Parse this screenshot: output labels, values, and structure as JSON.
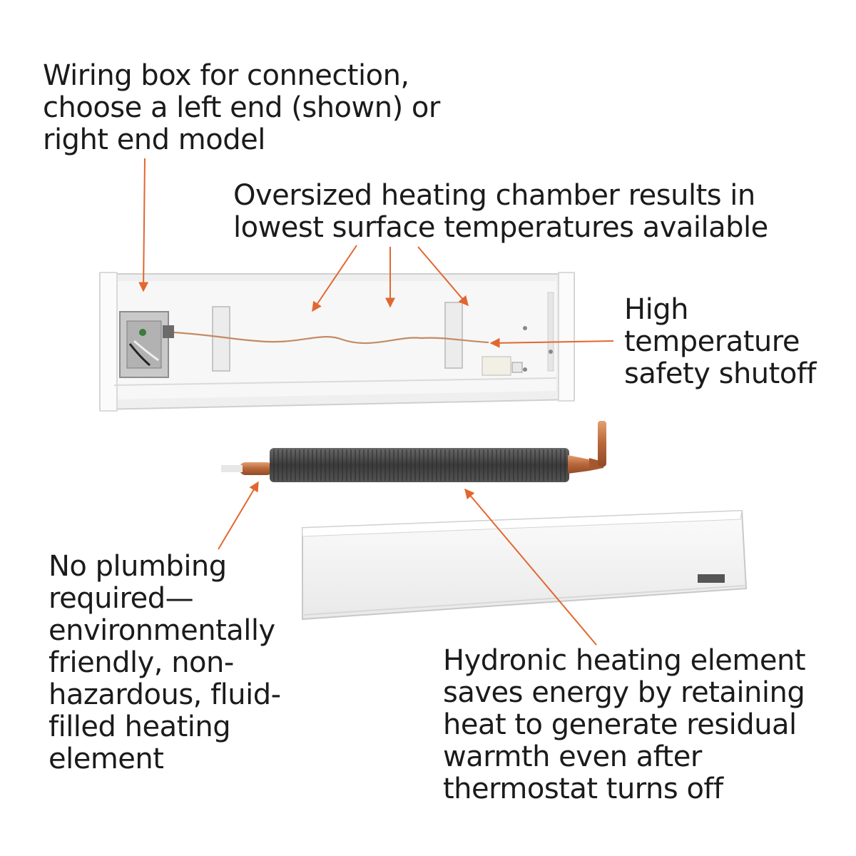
{
  "labels": {
    "wiring_box": "Wiring box for connection,\nchoose a left end (shown) or\nright end model",
    "heating_chamber": "Oversized heating chamber results in\nlowest surface temperatures available",
    "safety_shutoff": "High\ntemperature\nsafety shutoff",
    "no_plumbing": "No plumbing\nrequired—\nenvironmentally\nfriendly, non-\nhazardous, fluid-\nfilled heating\nelement",
    "hydronic_element": "Hydronic heating element\nsaves energy by retaining\nheat to generate residual\nwarmth even after\nthermostat turns off"
  },
  "colors": {
    "callout_line": "#e2672f",
    "housing": "#f3f3f3",
    "housing_edge": "#cfcfcf",
    "fins": "#4a4a4a",
    "copper": "#c97a45"
  }
}
